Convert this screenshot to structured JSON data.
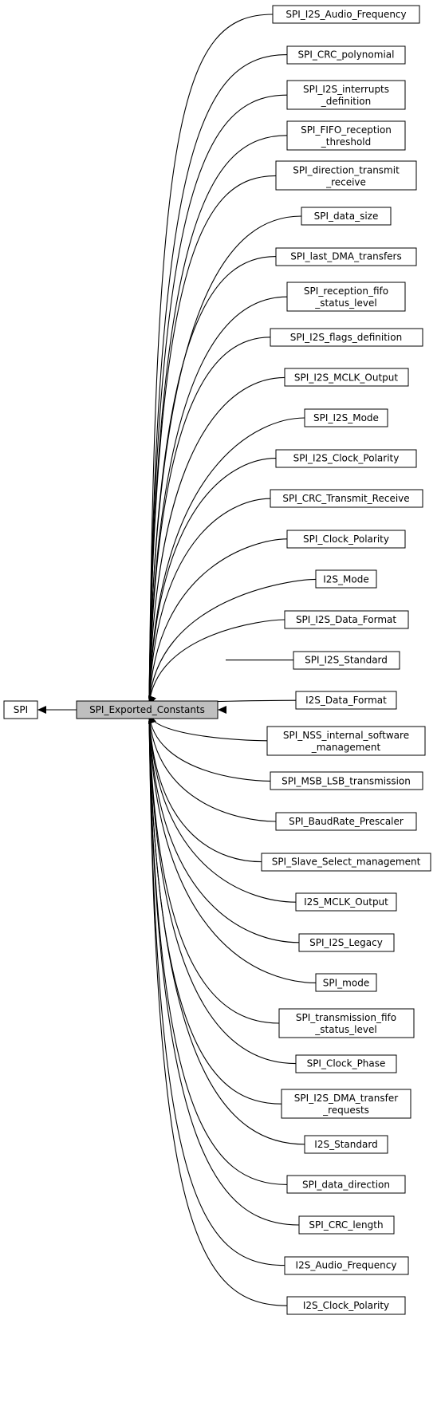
{
  "diagram": {
    "root": "SPI",
    "center": "SPI_Exported_Constants",
    "modules": [
      [
        "SPI_I2S_Audio_Frequency"
      ],
      [
        "SPI_CRC_polynomial"
      ],
      [
        "SPI_I2S_interrupts",
        "_definition"
      ],
      [
        "SPI_FIFO_reception",
        "_threshold"
      ],
      [
        "SPI_direction_transmit",
        "_receive"
      ],
      [
        "SPI_data_size"
      ],
      [
        "SPI_last_DMA_transfers"
      ],
      [
        "SPI_reception_fifo",
        "_status_level"
      ],
      [
        "SPI_I2S_flags_definition"
      ],
      [
        "SPI_I2S_MCLK_Output"
      ],
      [
        "SPI_I2S_Mode"
      ],
      [
        "SPI_I2S_Clock_Polarity"
      ],
      [
        "SPI_CRC_Transmit_Receive"
      ],
      [
        "SPI_Clock_Polarity"
      ],
      [
        "I2S_Mode"
      ],
      [
        "SPI_I2S_Data_Format"
      ],
      [
        "SPI_I2S_Standard"
      ],
      [
        "I2S_Data_Format"
      ],
      [
        "SPI_NSS_internal_software",
        "_management"
      ],
      [
        "SPI_MSB_LSB_transmission"
      ],
      [
        "SPI_BaudRate_Prescaler"
      ],
      [
        "SPI_Slave_Select_management"
      ],
      [
        "I2S_MCLK_Output"
      ],
      [
        "SPI_I2S_Legacy"
      ],
      [
        "SPI_mode"
      ],
      [
        "SPI_transmission_fifo",
        "_status_level"
      ],
      [
        "SPI_Clock_Phase"
      ],
      [
        "SPI_I2S_DMA_transfer",
        "_requests"
      ],
      [
        "I2S_Standard"
      ],
      [
        "SPI_data_direction"
      ],
      [
        "SPI_CRC_length"
      ],
      [
        "I2S_Audio_Frequency"
      ],
      [
        "I2S_Clock_Polarity"
      ]
    ]
  }
}
